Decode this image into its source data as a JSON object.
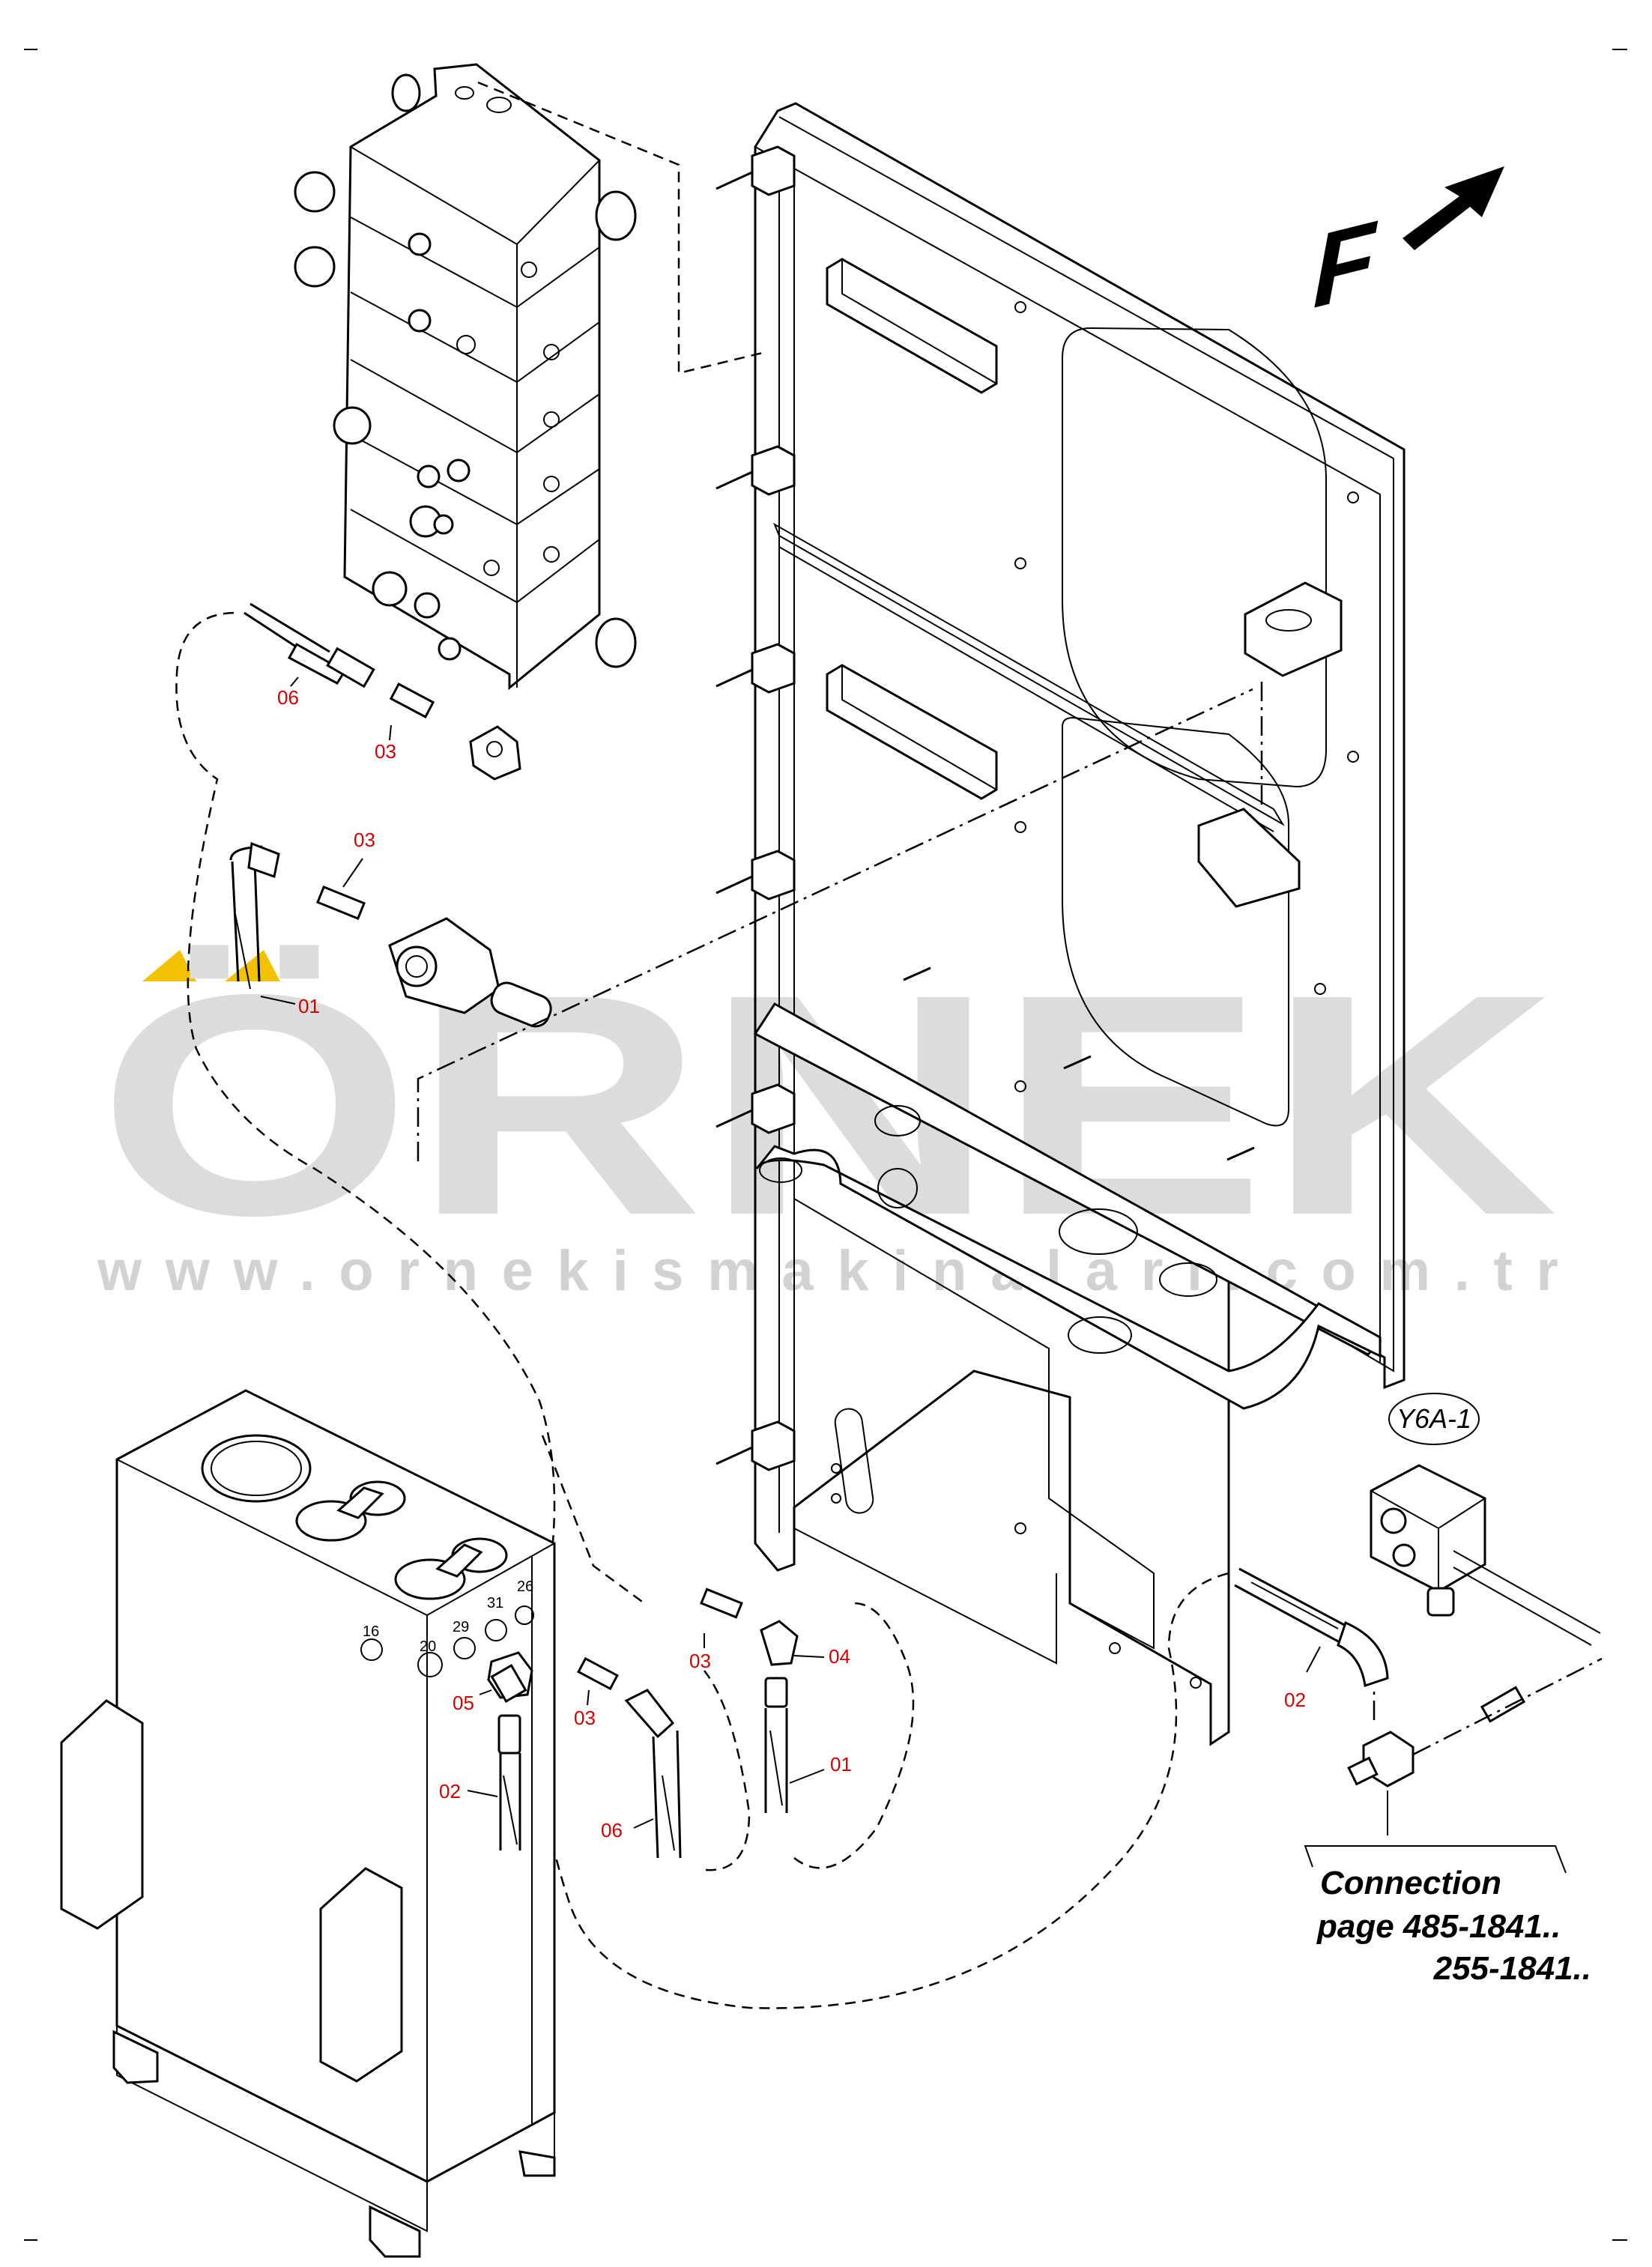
{
  "diagram": {
    "direction_indicator": "F",
    "valve_tag": "Y6A-1",
    "part_callouts": [
      {
        "id": "c06a",
        "text": "06"
      },
      {
        "id": "c03a",
        "text": "03"
      },
      {
        "id": "c03b",
        "text": "03"
      },
      {
        "id": "c01a",
        "text": "01"
      },
      {
        "id": "c03c",
        "text": "03"
      },
      {
        "id": "c04",
        "text": "04"
      },
      {
        "id": "c05",
        "text": "05"
      },
      {
        "id": "c03d",
        "text": "03"
      },
      {
        "id": "c02a",
        "text": "02"
      },
      {
        "id": "c06b",
        "text": "06"
      },
      {
        "id": "c01b",
        "text": "01"
      },
      {
        "id": "c02b",
        "text": "02"
      }
    ],
    "tank_ports": [
      "16",
      "20",
      "29",
      "31",
      "26"
    ],
    "connection_note": {
      "line1": "Connection",
      "line2": "page 485-1841..",
      "line3": "255-1841.."
    }
  },
  "watermark": {
    "brand": "ÖRNEK",
    "url": "www.ornekismakinalari.com.tr",
    "accent_color": "#f2c200",
    "text_color": "#dcdcdc"
  },
  "colors": {
    "callout": "#d40000",
    "line": "#000000"
  }
}
